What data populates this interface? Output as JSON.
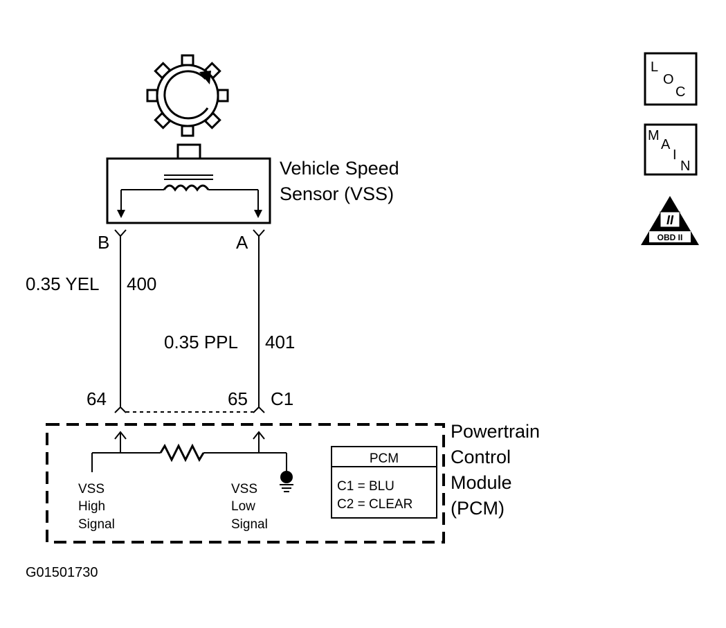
{
  "sensor": {
    "name_line1": "Vehicle Speed",
    "name_line2": "Sensor (VSS)",
    "pin_b": "B",
    "pin_a": "A"
  },
  "wires": {
    "left_gauge_color": "0.35 YEL",
    "left_circuit": "400",
    "right_gauge_color": "0.35 PPL",
    "right_circuit": "401"
  },
  "pcm_pins": {
    "left": "64",
    "right": "65",
    "connector": "C1"
  },
  "pcm": {
    "name_line1": "Powertrain",
    "name_line2": "Control",
    "name_line3": "Module",
    "name_line4": "(PCM)",
    "high_signal": [
      "VSS",
      "High",
      "Signal"
    ],
    "low_signal": [
      "VSS",
      "Low",
      "Signal"
    ],
    "legend_title": "PCM",
    "legend_c1": "C1 = BLU",
    "legend_c2": "C2 = CLEAR"
  },
  "icons": {
    "loc": {
      "l": "L",
      "o": "O",
      "c": "C"
    },
    "main": {
      "m": "M",
      "a": "A",
      "i": "I",
      "n": "N"
    },
    "obd": {
      "numeral": "II",
      "label": "OBD II"
    }
  },
  "figure_id": "G01501730"
}
